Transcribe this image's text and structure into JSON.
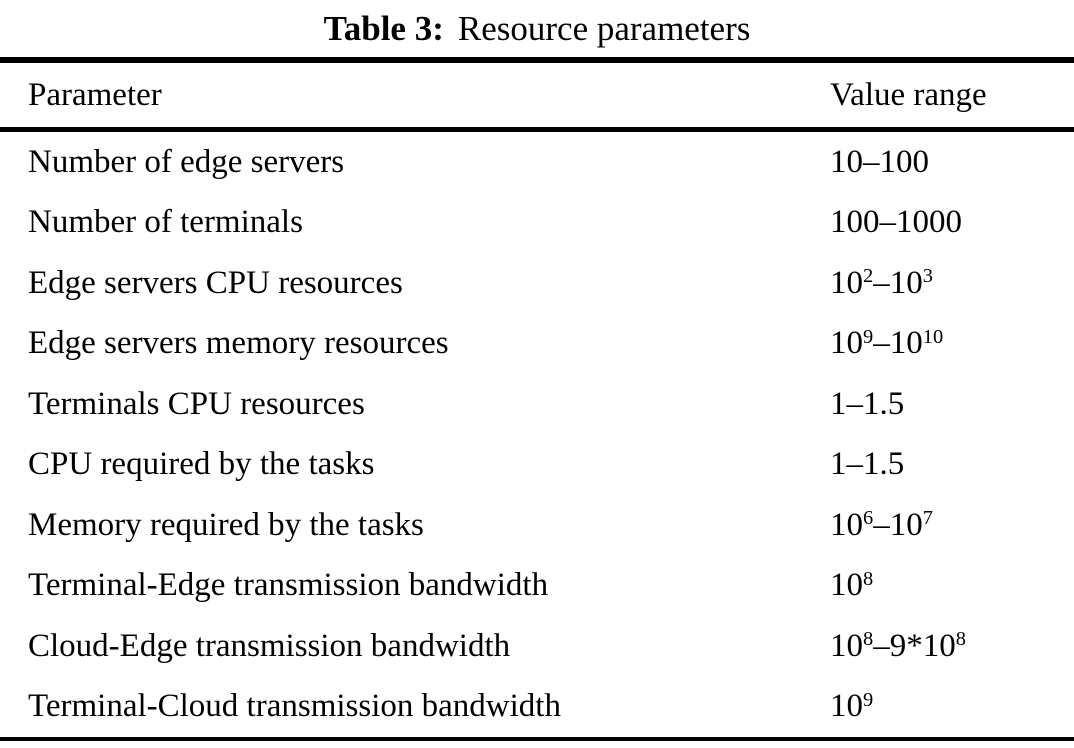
{
  "colors": {
    "background": "#ffffff",
    "text": "#000000",
    "rule": "#000000"
  },
  "table": {
    "title_label": "Table 3:",
    "title_text": "Resource parameters",
    "columns": {
      "parameter": "Parameter",
      "value_range": "Value range"
    },
    "rows": [
      {
        "parameter": "Number of edge servers",
        "value": [
          {
            "text": "10–100"
          }
        ]
      },
      {
        "parameter": "Number of terminals",
        "value": [
          {
            "text": "100–1000"
          }
        ]
      },
      {
        "parameter": "Edge servers CPU resources",
        "value": [
          {
            "text": "10"
          },
          {
            "text": "2",
            "sup": true
          },
          {
            "text": "–10"
          },
          {
            "text": "3",
            "sup": true
          }
        ]
      },
      {
        "parameter": "Edge servers memory resources",
        "value": [
          {
            "text": "10"
          },
          {
            "text": "9",
            "sup": true
          },
          {
            "text": "–10"
          },
          {
            "text": "10",
            "sup": true
          }
        ]
      },
      {
        "parameter": "Terminals CPU resources",
        "value": [
          {
            "text": "1–1.5"
          }
        ]
      },
      {
        "parameter": "CPU required by the tasks",
        "value": [
          {
            "text": "1–1.5"
          }
        ]
      },
      {
        "parameter": "Memory required by the tasks",
        "value": [
          {
            "text": "10"
          },
          {
            "text": "6",
            "sup": true
          },
          {
            "text": "–10"
          },
          {
            "text": "7",
            "sup": true
          }
        ]
      },
      {
        "parameter": "Terminal-Edge transmission bandwidth",
        "value": [
          {
            "text": "10"
          },
          {
            "text": "8",
            "sup": true
          }
        ]
      },
      {
        "parameter": "Cloud-Edge transmission bandwidth",
        "value": [
          {
            "text": "10"
          },
          {
            "text": "8",
            "sup": true
          },
          {
            "text": "–9*10"
          },
          {
            "text": "8",
            "sup": true
          }
        ]
      },
      {
        "parameter": "Terminal-Cloud transmission bandwidth",
        "value": [
          {
            "text": "10"
          },
          {
            "text": "9",
            "sup": true
          }
        ]
      }
    ]
  }
}
